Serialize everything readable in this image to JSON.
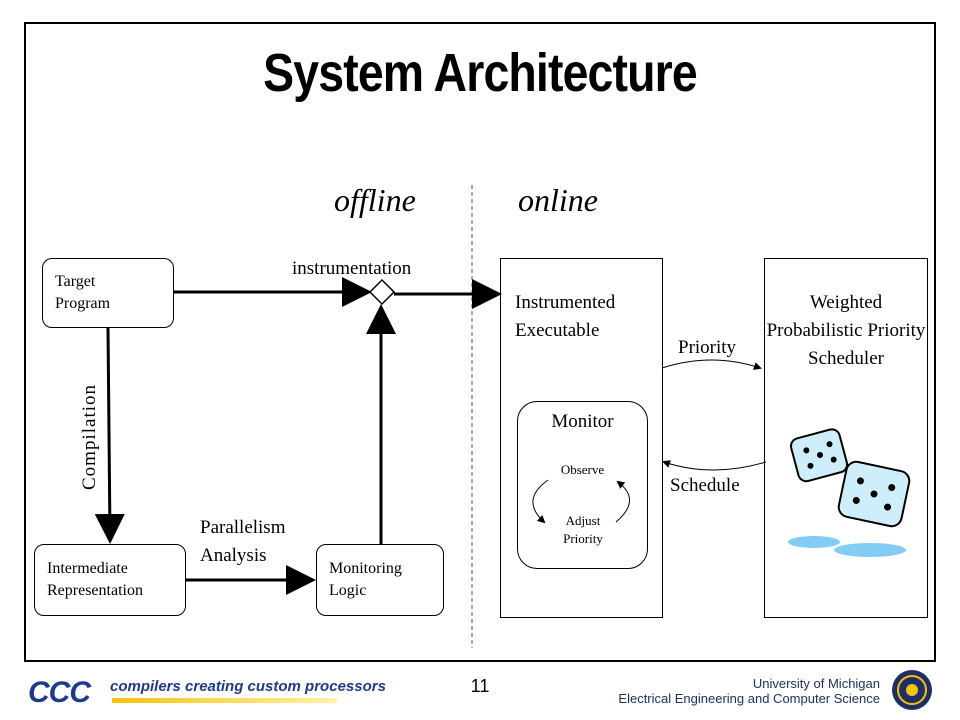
{
  "slide": {
    "title": "System Architecture",
    "page_number": "11"
  },
  "phases": {
    "offline": "offline",
    "online": "online"
  },
  "nodes": {
    "target_program": "Target Program",
    "intermediate_representation": "Intermediate Representation",
    "monitoring_logic": "Monitoring Logic",
    "instrumented_executable": "Instrumented Executable",
    "scheduler": "Weighted Probabilistic Priority Scheduler",
    "monitor": "Monitor",
    "observe": "Observe",
    "adjust_priority": "Adjust Priority"
  },
  "edge_labels": {
    "instrumentation": "instrumentation",
    "compilation": "Compilation",
    "parallelism_analysis": "Parallelism Analysis",
    "priority": "Priority",
    "schedule": "Schedule"
  },
  "footer": {
    "logo_text": "CCC",
    "tagline": "compilers creating custom processors",
    "university": "University of Michigan",
    "department": "Electrical Engineering and Computer Science"
  },
  "colors": {
    "brand_blue": "#1f3a8a",
    "dice_fill": "#cfeefb",
    "shadow": "#4fb8f0"
  },
  "icons": [
    "dice-icon",
    "university-seal-icon",
    "ccc-logo-icon"
  ]
}
